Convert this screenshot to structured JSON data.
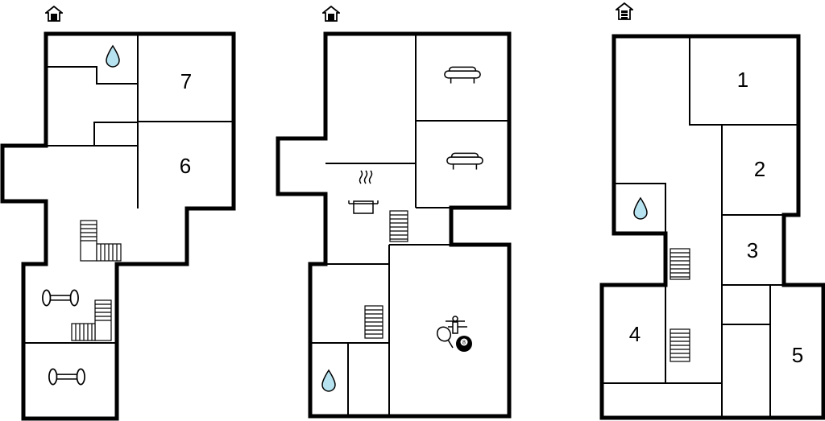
{
  "floors": [
    {
      "icon": "house-level-icon",
      "rooms": [
        {
          "id": "room-7",
          "label": "7"
        },
        {
          "id": "room-6",
          "label": "6"
        }
      ],
      "icons": [
        "water-drop-icon",
        "staircase-icon",
        "dumbbell-icon",
        "dumbbell-icon",
        "staircase-icon"
      ]
    },
    {
      "icon": "house-level-icon",
      "rooms": [],
      "icons": [
        "sofa-icon",
        "sofa-icon",
        "cooking-pot-icon",
        "staircase-icon",
        "staircase-icon",
        "water-drop-icon",
        "table-tennis-icon",
        "billiard-ball-icon",
        "table-football-icon"
      ]
    },
    {
      "icon": "house-level-icon",
      "rooms": [
        {
          "id": "room-1",
          "label": "1"
        },
        {
          "id": "room-2",
          "label": "2"
        },
        {
          "id": "room-3",
          "label": "3"
        },
        {
          "id": "room-4",
          "label": "4"
        },
        {
          "id": "room-5",
          "label": "5"
        }
      ],
      "icons": [
        "water-drop-icon",
        "staircase-icon",
        "staircase-icon"
      ]
    }
  ],
  "billiard_ball_number": "8"
}
